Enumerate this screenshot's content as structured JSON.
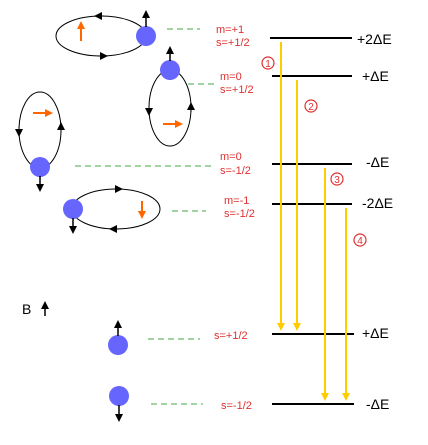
{
  "labels": {
    "field": "B",
    "states": [
      {
        "m": "m=+1",
        "s": "s=+1/2",
        "energy": "+2ΔE"
      },
      {
        "m": "m=0",
        "s": "s=+1/2",
        "energy": "+ΔE"
      },
      {
        "m": "m=0",
        "s": "s=-1/2",
        "energy": "-ΔE"
      },
      {
        "m": "m=-1",
        "s": "s=-1/2",
        "energy": "-2ΔE"
      }
    ],
    "lower_states": [
      {
        "s": "s=+1/2",
        "energy": "+ΔE"
      },
      {
        "s": "s=-1/2",
        "energy": "-ΔE"
      }
    ],
    "transitions": [
      "①",
      "②",
      "③",
      "④"
    ]
  },
  "colors": {
    "electron": "#6666ff",
    "label_red": "#e03030",
    "transition": "#ffcc00",
    "dashed_guide": "#44aa44",
    "orbit_arrow": "#ff6600",
    "ink": "#000000"
  }
}
